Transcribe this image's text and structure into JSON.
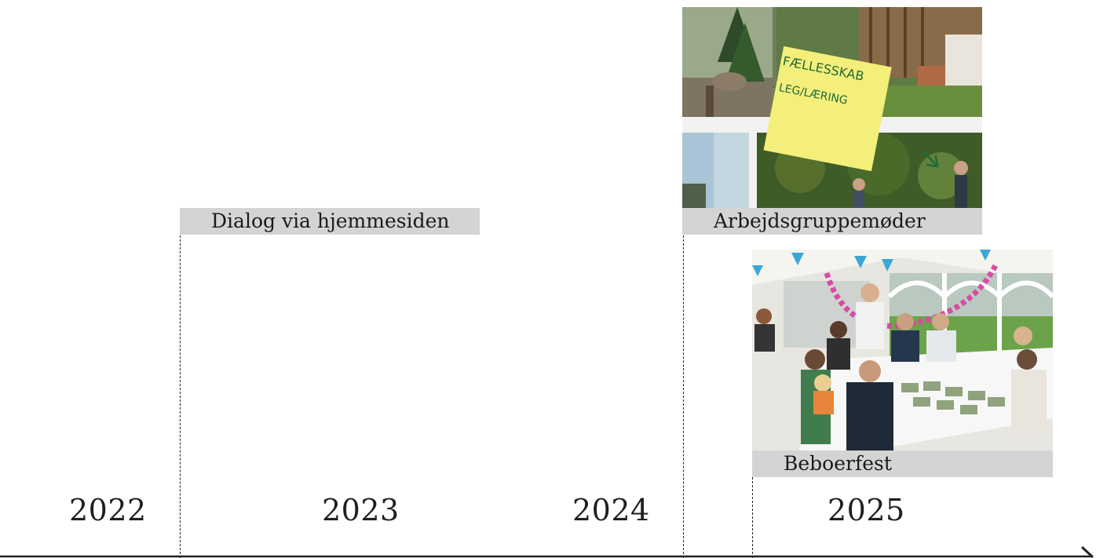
{
  "timeline": {
    "years": [
      "2022",
      "2023",
      "2024",
      "2025"
    ],
    "events": [
      {
        "label": "Dialog via hjemmesiden"
      },
      {
        "label": "Arbejdsgruppemøder"
      },
      {
        "label": "Beboerfest"
      }
    ]
  },
  "photos": {
    "workgroup": {
      "sticky_note_lines": [
        "FÆLLESSKAB",
        "- LEG/LÆRING"
      ]
    },
    "party": {}
  },
  "colors": {
    "label_background": "#d4d4d4",
    "axis": "#222222",
    "sticky_note": "#f4ef7a",
    "bunting": "#3aa7d6"
  }
}
